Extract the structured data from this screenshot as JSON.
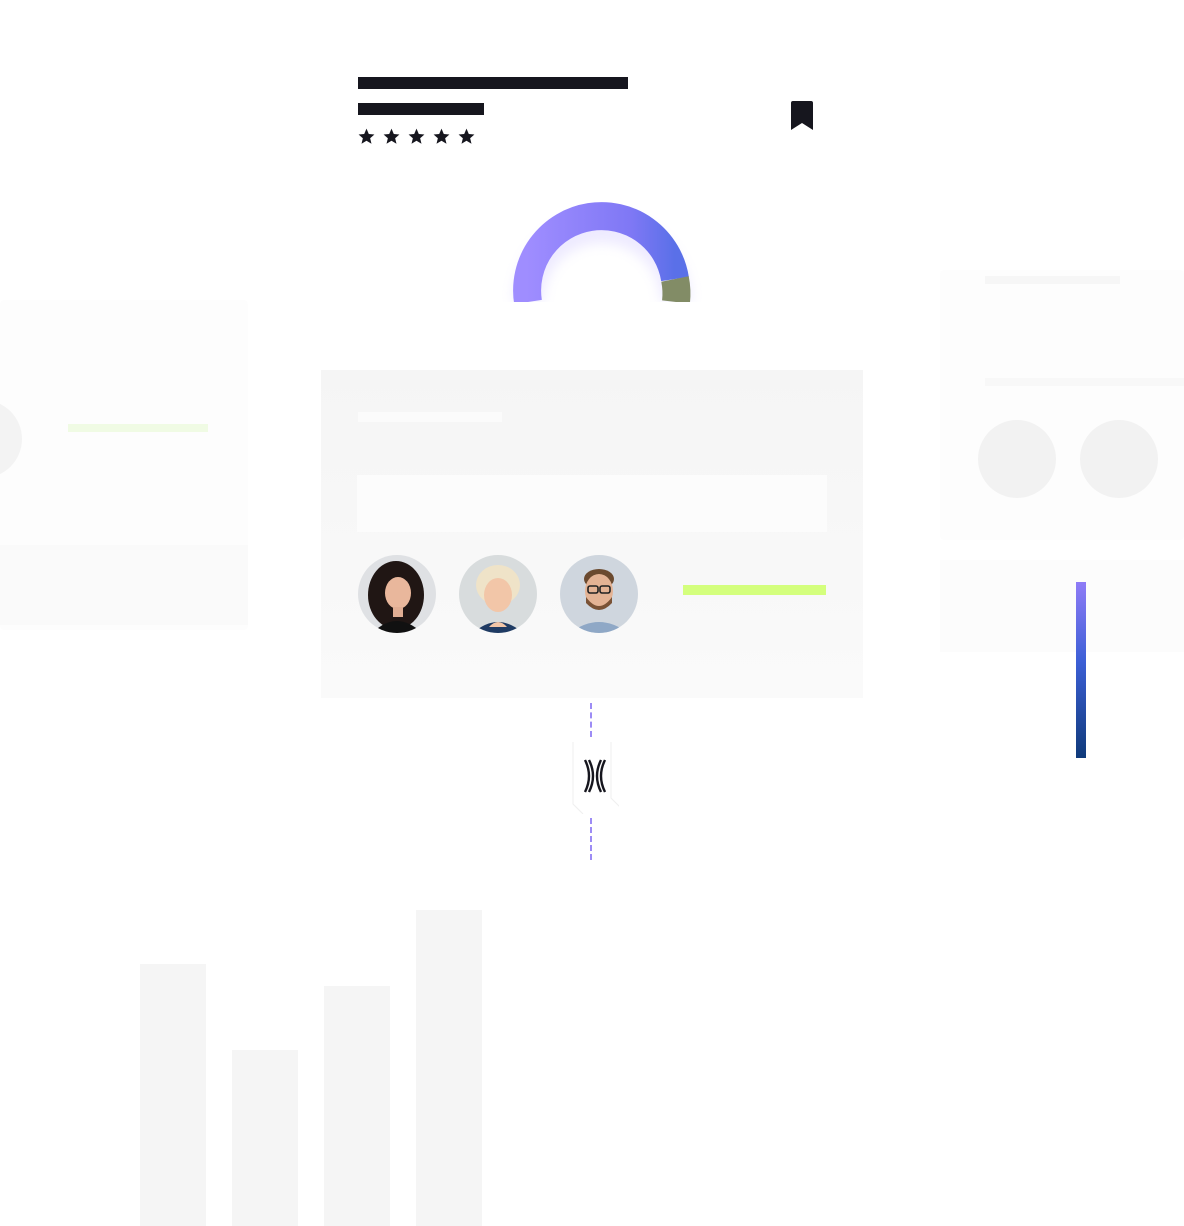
{
  "header": {
    "rating_stars": 5,
    "star_icon": "star-icon",
    "bookmark_icon": "bookmark-icon"
  },
  "gauge": {
    "primary_color": "#8f83ff",
    "secondary_color": "#828c66"
  },
  "card": {
    "people": [
      {
        "name_icon": "avatar-woman-dark-hair"
      },
      {
        "name_icon": "avatar-woman-blonde"
      },
      {
        "name_icon": "avatar-man-glasses"
      }
    ],
    "accent_color": "#d4ff7d"
  },
  "connector": {
    "logo_icon": "double-arc-logo-icon"
  },
  "chart_data": {
    "type": "bar",
    "categories": [
      "",
      "",
      "",
      ""
    ],
    "values": [
      262,
      176,
      240,
      316
    ]
  }
}
